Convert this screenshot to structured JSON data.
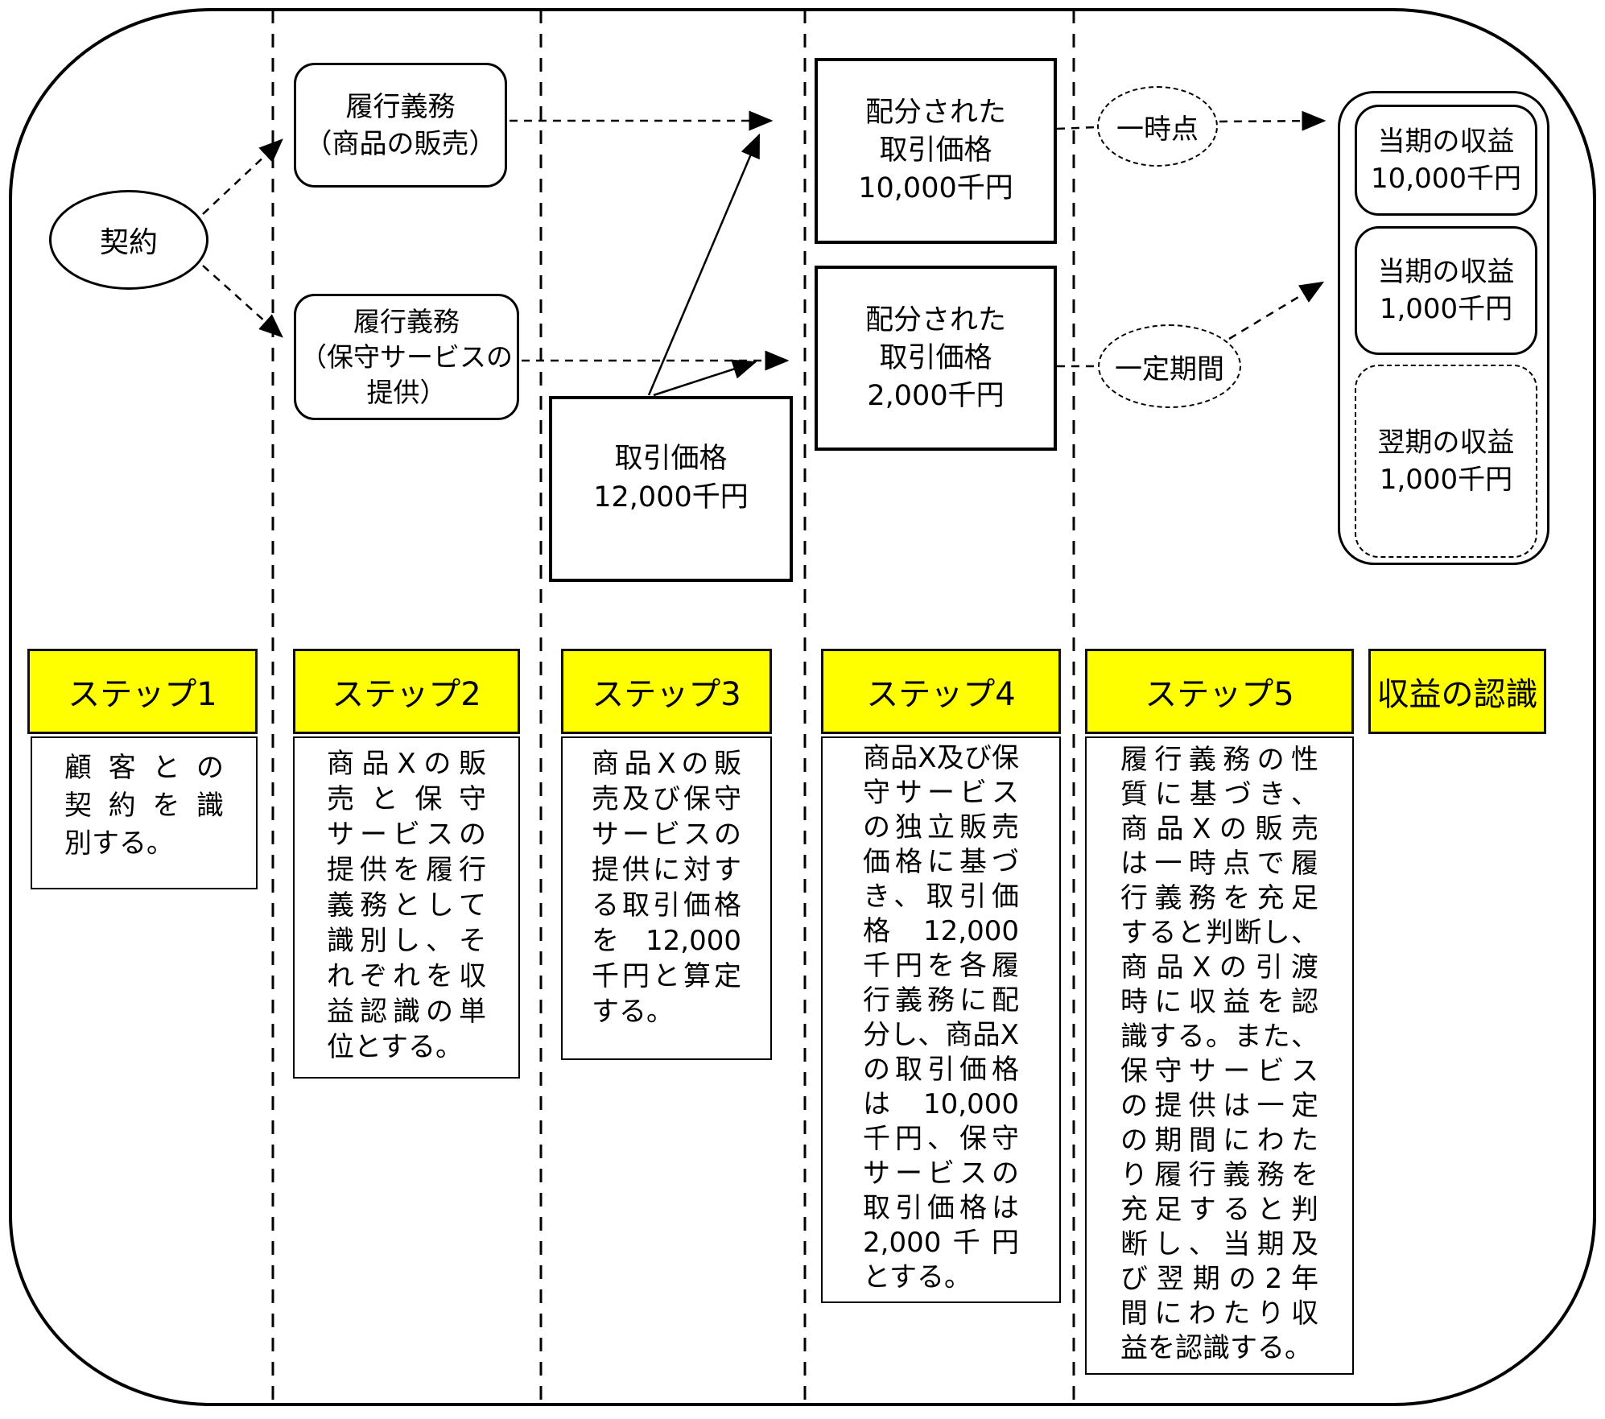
{
  "flow": {
    "contract": "契約",
    "obligation_product": "履行義務\n（商品の販売）",
    "obligation_service": "履行義務\n（保守サービスの\n提供）",
    "transaction_price": "取引価格\n12,000千円",
    "allocated_product": "配分された\n取引価格\n10,000千円",
    "allocated_service": "配分された\n取引価格\n2,000千円",
    "point_in_time": "一時点",
    "over_time": "一定期間",
    "revenue_current_product": "当期の収益\n10,000千円",
    "revenue_current_service": "当期の収益\n1,000千円",
    "revenue_next_service": "翌期の収益\n1,000千円"
  },
  "steps": [
    {
      "label": "ステップ1",
      "body": "顧客との\n契約を識\n別する。"
    },
    {
      "label": "ステップ2",
      "body": "商品Xの販\n売と保守\nサービスの\n提供を履行\n義務として\n識別し、そ\nれぞれを収\n益認識の単\n位とする。"
    },
    {
      "label": "ステップ3",
      "body": "商品Xの販\n売及び保守\nサービスの\n提供に対す\nる取引価格\nを12,000\n千円と算定\nする。"
    },
    {
      "label": "ステップ4",
      "body": "商品X及び保\n守サービス\nの独立販売\n価格に基づ\nき、取引価\n格 12,000\n千円を各履\n行義務に配\n分し、商品X\nの取引価格\nは 10,000\n千円、保守\nサービスの\n取引価格は\n2,000千円\nとする。"
    },
    {
      "label": "ステップ5",
      "body": "履行義務の性\n質に基づき、\n商品Xの販売\nは一時点で履\n行義務を充足\nすると判断し、\n商品Xの引渡\n時に収益を認\n識する。また、\n保守サービス\nの提供は一定\nの期間にわた\nり履行義務を\n充足すると判\n断し、当期及\nび翌期の2年\n間にわたり収\n益を認識する。"
    }
  ],
  "revenue_recognition_label": "収益の認識",
  "colors": {
    "step_header_bg": "#FFFF00",
    "line": "#000000",
    "background": "#FFFFFF"
  }
}
